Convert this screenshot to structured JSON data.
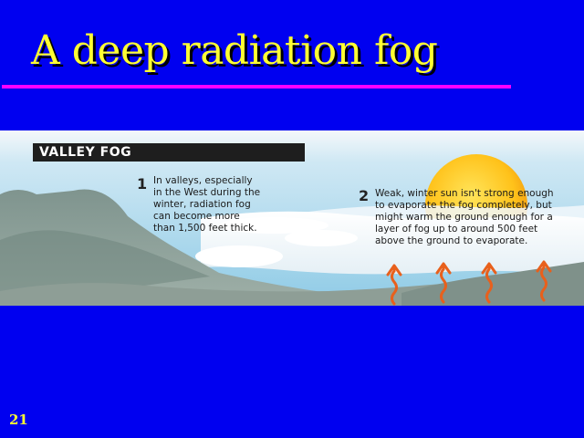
{
  "slide": {
    "title": "A deep radiation fog",
    "number": "21"
  },
  "figure": {
    "heading": "VALLEY FOG",
    "steps": [
      {
        "number": "1",
        "lines": [
          "In valleys, especially",
          "in the West during the",
          "winter, radiation fog",
          "can become more",
          "than 1,500 feet thick."
        ]
      },
      {
        "number": "2",
        "lines": [
          "Weak, winter sun isn't strong enough",
          "to evaporate the fog completely, but",
          "might warm the ground enough for a",
          "layer of fog up to around 500 feet",
          "above the ground to evaporate."
        ]
      }
    ]
  },
  "colors": {
    "background": "#0000f0",
    "title": "#ffff33",
    "rule": "#ff00ff",
    "sun": "#ffc21a",
    "sky": "#a8d6ec",
    "mountain": "#8a9e98",
    "heat_arrow": "#e8601c"
  }
}
